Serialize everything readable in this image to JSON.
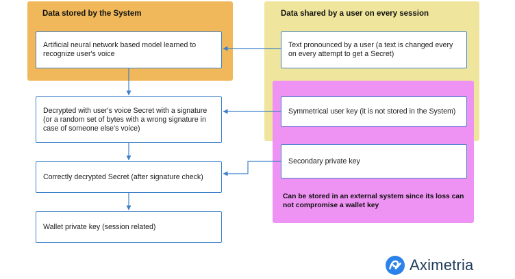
{
  "panels": {
    "system_title": "Data stored by the System",
    "user_title": "Data shared by a user on every session"
  },
  "boxes": {
    "neural_model": "Artificial neural network based model learned to recognize user's voice",
    "decrypted_secret": "Decrypted with user's voice Secret with a signature (or a random set of bytes with a wrong signature in case of someone else's voice)",
    "correct_secret": "Correctly decrypted Secret  (after signature check)",
    "wallet_key": "Wallet private key (session related)",
    "pronounced_text": "Text pronounced by a user (a text is changed every on every attempt to get a Secret)",
    "symmetric_key": "Symmetrical user key (it is not stored in the System)",
    "secondary_key": "Secondary private key"
  },
  "note": "Can be stored in an external system since its loss can not compromise a wallet key",
  "brand": {
    "name": "Aximetria",
    "icon": "aximetria-logo-icon"
  },
  "colors": {
    "system_panel": "#f0b85a",
    "user_panel": "#efe59c",
    "external_panel": "#ee93f3",
    "connector": "#3d80c9"
  }
}
